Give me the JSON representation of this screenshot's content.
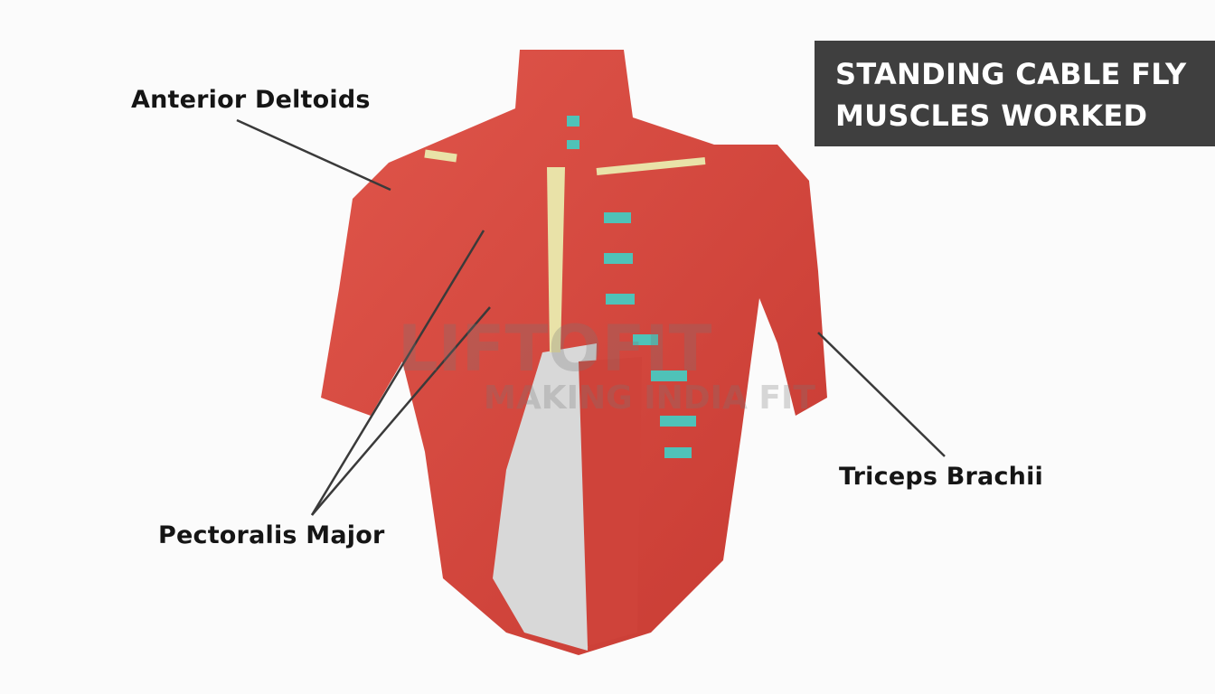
{
  "title": {
    "line1": "STANDING CABLE FLY",
    "line2": "MUSCLES WORKED"
  },
  "labels": {
    "anterior_deltoids": "Anterior Deltoids",
    "pectoralis_major": "Pectoralis Major",
    "triceps_brachii": "Triceps Brachii"
  },
  "watermark": {
    "brand": "LIFTOFIT",
    "tagline": "MAKING INDIA FIT"
  },
  "colors": {
    "muscle": "#d9483f",
    "title_bg": "#3f3f3f",
    "cartilage": "#4fc2b8",
    "bone": "#e9e2a8"
  }
}
